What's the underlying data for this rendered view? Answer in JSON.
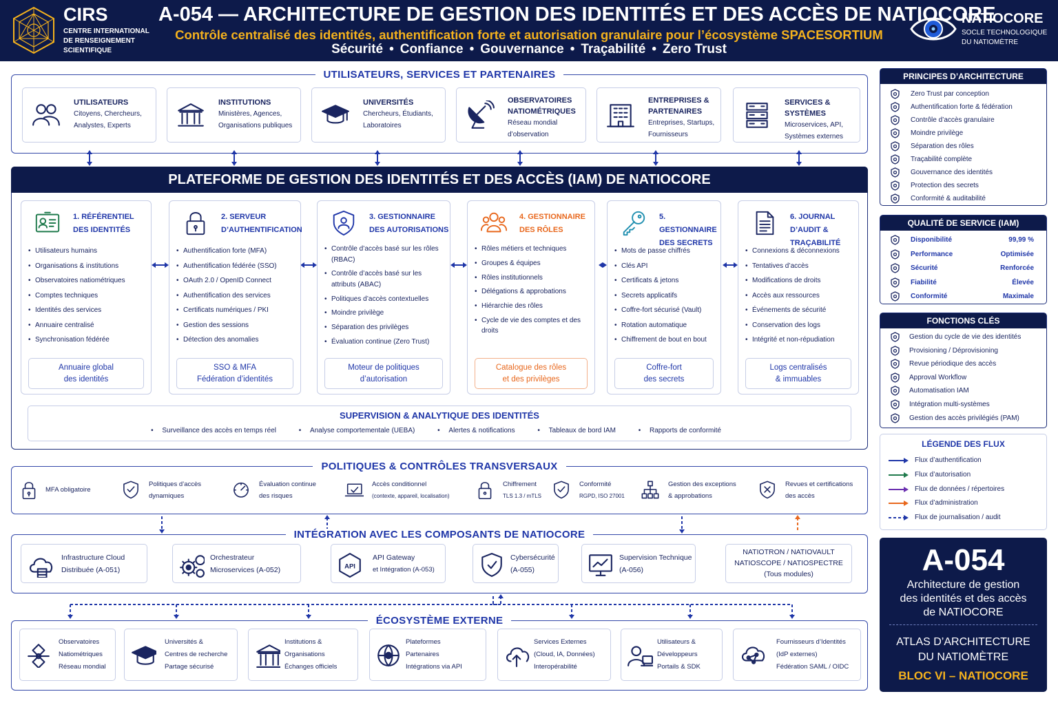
{
  "header": {
    "cirs_title": "CIRS",
    "cirs_sub": [
      "CENTRE INTERNATIONAL",
      "DE RENSEIGNEMENT",
      "SCIENTIFIQUE"
    ],
    "title": "A-054 — ARCHITECTURE DE GESTION DES IDENTITÉS ET DES ACCÈS DE NATIOCORE",
    "subtitle": "Contrôle centralisé des identités, authentification forte et autorisation granulaire pour l’écosystème SPACESORTIUM",
    "tags": [
      "Sécurité",
      "Confiance",
      "Gouvernance",
      "Traçabilité",
      "Zero Trust"
    ],
    "tag_sep": "•",
    "natiocore_title": "NATIOCORE",
    "natiocore_sub": [
      "SOCLE TECHNOLOGIQUE",
      "DU NATIOMÈTRE"
    ]
  },
  "users_section": {
    "title": "UTILISATEURS, SERVICES ET PARTENAIRES",
    "cards": [
      {
        "icon": "users-icon",
        "title": "UTILISATEURS",
        "lines": [
          "Citoyens, Chercheurs,",
          "Analystes, Experts"
        ]
      },
      {
        "icon": "institution-icon",
        "title": "INSTITUTIONS",
        "lines": [
          "Ministères, Agences,",
          "Organisations publiques"
        ]
      },
      {
        "icon": "graduation-cap-icon",
        "title": "UNIVERSITÉS",
        "lines": [
          "Chercheurs, Étudiants,",
          "Laboratoires"
        ]
      },
      {
        "icon": "satellite-dish-icon",
        "title": "OBSERVATOIRES NATIOMÉTRIQUES",
        "lines": [
          "Réseau mondial",
          "d’observation"
        ]
      },
      {
        "icon": "building-icon",
        "title": "ENTREPRISES & PARTENAIRES",
        "lines": [
          "Entreprises, Startups,",
          "Fournisseurs"
        ]
      },
      {
        "icon": "server-rack-icon",
        "title": "SERVICES & SYSTÈMES",
        "lines": [
          "Microservices, API,",
          "Systèmes externes"
        ]
      }
    ]
  },
  "iam": {
    "title": "PLATEFORME DE GESTION DES IDENTITÉS ET DES ACCÈS (IAM) DE NATIOCORE",
    "modules": [
      {
        "icon": "id-card-icon",
        "title": [
          "1. RÉFÉRENTIEL",
          "DES IDENTITÉS"
        ],
        "color": "#1f36a8",
        "items": [
          "Utilisateurs humains",
          "Organisations & institutions",
          "Observatoires natiométriques",
          "Comptes techniques",
          "Identités des services",
          "Annuaire centralisé",
          "Synchronisation fédérée"
        ],
        "box": [
          "Annuaire global",
          "des identités"
        ]
      },
      {
        "icon": "padlock-icon",
        "title": [
          "2. SERVEUR",
          "D’AUTHENTIFICATION"
        ],
        "color": "#1f36a8",
        "items": [
          "Authentification forte (MFA)",
          "Authentification fédérée (SSO)",
          "OAuth 2.0 / OpenID Connect",
          "Authentification des services",
          "Certificats numériques / PKI",
          "Gestion des sessions",
          "Détection des anomalies"
        ],
        "box": [
          "SSO & MFA",
          "Fédération d’identités"
        ]
      },
      {
        "icon": "shield-user-icon",
        "title": [
          "3. GESTIONNAIRE",
          "DES AUTORISATIONS"
        ],
        "color": "#1f36a8",
        "items": [
          "Contrôle d’accès basé sur les rôles (RBAC)",
          "Contrôle d’accès basé sur les attributs (ABAC)",
          "Politiques d’accès contextuelles",
          "Moindre privilège",
          "Séparation des privilèges",
          "Évaluation continue (Zero Trust)"
        ],
        "box": [
          "Moteur de politiques",
          "d’autorisation"
        ]
      },
      {
        "icon": "roles-group-icon",
        "title": [
          "4. GESTIONNAIRE",
          "DES RÔLES"
        ],
        "color": "#e8671c",
        "items": [
          "Rôles métiers et techniques",
          "Groupes & équipes",
          "Rôles institutionnels",
          "Délégations & approbations",
          "Hiérarchie des rôles",
          "Cycle de vie des comptes et des droits"
        ],
        "box": [
          "Catalogue des rôles",
          "et des privilèges"
        ]
      },
      {
        "icon": "key-icon",
        "title": [
          "5. GESTIONNAIRE",
          "DES SECRETS"
        ],
        "color": "#1f36a8",
        "items": [
          "Mots de passe chiffrés",
          "Clés API",
          "Certificats & jetons",
          "Secrets applicatifs",
          "Coffre-fort sécurisé (Vault)",
          "Rotation automatique",
          "Chiffrement de bout en bout"
        ],
        "box": [
          "Coffre-fort",
          "des secrets"
        ]
      },
      {
        "icon": "journal-icon",
        "title": [
          "6. JOURNAL",
          "D’AUDIT & TRAÇABILITÉ"
        ],
        "color": "#1f36a8",
        "items": [
          "Connexions & déconnexions",
          "Tentatives d’accès",
          "Modifications de droits",
          "Accès aux ressources",
          "Événements de sécurité",
          "Conservation des logs",
          "Intégrité et non-répudiation"
        ],
        "box": [
          "Logs centralisés",
          "& immuables"
        ]
      }
    ],
    "supervision": {
      "title": "SUPERVISION & ANALYTIQUE DES IDENTITÉS",
      "items": [
        "Surveillance des accès en temps réel",
        "Analyse comportementale (UEBA)",
        "Alertes & notifications",
        "Tableaux de bord IAM",
        "Rapports de conformité"
      ]
    }
  },
  "policies": {
    "title": "POLITIQUES & CONTRÔLES TRANSVERSAUX",
    "items": [
      {
        "icon": "mfa-lock-icon",
        "lines": [
          "MFA obligatoire"
        ],
        "small": ""
      },
      {
        "icon": "policy-shield-icon",
        "lines": [
          "Politiques d’accès",
          "dynamiques"
        ],
        "small": ""
      },
      {
        "icon": "risk-gauge-icon",
        "lines": [
          "Évaluation continue",
          "des risques"
        ],
        "small": ""
      },
      {
        "icon": "laptop-access-icon",
        "lines": [
          "Accès conditionnel"
        ],
        "small": "(contexte, appareil, localisation)"
      },
      {
        "icon": "encryption-lock-icon",
        "lines": [
          "Chiffrement"
        ],
        "small": "TLS 1.3 / mTLS"
      },
      {
        "icon": "compliance-shield-icon",
        "lines": [
          "Conformité"
        ],
        "small": "RGPD, ISO 27001"
      },
      {
        "icon": "hierarchy-icon",
        "lines": [
          "Gestion des exceptions",
          "& approbations"
        ],
        "small": ""
      },
      {
        "icon": "review-shield-icon",
        "lines": [
          "Revues et certifications",
          "des accès"
        ],
        "small": ""
      }
    ]
  },
  "integration": {
    "title": "INTÉGRATION AVEC LES COMPOSANTS DE NATIOCORE",
    "components": [
      {
        "icon": "cloud-icon",
        "lines": [
          "Infrastructure Cloud",
          "Distribuée (A-051)"
        ]
      },
      {
        "icon": "gears-icon",
        "lines": [
          "Orchestrateur",
          "Microservices (A-052)"
        ]
      },
      {
        "icon": "api-icon",
        "lines": [
          "API Gateway",
          "et Intégration (A-053)"
        ],
        "api_label": "API"
      },
      {
        "icon": "cyber-shield-icon",
        "lines": [
          "Cybersécurité",
          "(A-055)"
        ]
      },
      {
        "icon": "monitor-icon",
        "lines": [
          "Supervision Technique",
          "(A-056)"
        ]
      },
      {
        "icon": "",
        "lines": [
          "NATIOTRON / NATIOVAULT",
          "NATIOSCOPE / NATIOSPECTRE",
          "(Tous modules)"
        ]
      }
    ]
  },
  "external": {
    "title": "ÉCOSYSTÈME EXTERNE",
    "cards": [
      {
        "icon": "observatory-icon",
        "lines": [
          "Observatoires",
          "Natiométriques",
          "Réseau mondial"
        ]
      },
      {
        "icon": "graduation-cap-icon",
        "lines": [
          "Universités &",
          "Centres de recherche",
          "Partage sécurisé"
        ]
      },
      {
        "icon": "institution-icon",
        "lines": [
          "Institutions &",
          "Organisations",
          "Échanges officiels"
        ]
      },
      {
        "icon": "network-globe-icon",
        "lines": [
          "Plateformes",
          "Partenaires",
          "Intégrations via API"
        ]
      },
      {
        "icon": "cloud-upload-icon",
        "lines": [
          "Services Externes",
          "(Cloud, IA, Données)",
          "Interopérabilité"
        ]
      },
      {
        "icon": "developers-icon",
        "lines": [
          "Utilisateurs &",
          "Développeurs",
          "Portails & SDK"
        ]
      },
      {
        "icon": "identity-provider-icon",
        "lines": [
          "Fournisseurs d’Identités",
          "(IdP externes)",
          "Fédération SAML / OIDC"
        ]
      }
    ]
  },
  "principles": {
    "title": "PRINCIPES D’ARCHITECTURE",
    "items": [
      "Zero Trust par conception",
      "Authentification forte & fédération",
      "Contrôle d’accès granulaire",
      "Moindre privilège",
      "Séparation des rôles",
      "Traçabilité complète",
      "Gouvernance des identités",
      "Protection des secrets",
      "Conformité & auditabilité"
    ]
  },
  "qos": {
    "title": "QUALITÉ DE SERVICE (IAM)",
    "rows": [
      {
        "icon": "clock-icon",
        "label": "Disponibilité",
        "value": "99,99 %"
      },
      {
        "icon": "warning-icon",
        "label": "Performance",
        "value": "Optimisée"
      },
      {
        "icon": "shield-icon",
        "label": "Sécurité",
        "value": "Renforcée"
      },
      {
        "icon": "shield-check-icon",
        "label": "Fiabilité",
        "value": "Élevée"
      },
      {
        "icon": "home-shield-icon",
        "label": "Conformité",
        "value": "Maximale"
      }
    ]
  },
  "functions": {
    "title": "FONCTIONS CLÉS",
    "items": [
      "Gestion du cycle de vie des identités",
      "Provisioning / Déprovisioning",
      "Revue périodique des accès",
      "Approval Workflow",
      "Automatisation IAM",
      "Intégration multi-systèmes",
      "Gestion des accès privilégiés (PAM)"
    ]
  },
  "legend": {
    "title": "LÉGENDE DES FLUX",
    "items": [
      {
        "label": "Flux d’authentification",
        "color": "#1f36a8",
        "dashed": false
      },
      {
        "label": "Flux d’autorisation",
        "color": "#1f7a4c",
        "dashed": false
      },
      {
        "label": "Flux de données / répertoires",
        "color": "#6a2fb0",
        "dashed": false
      },
      {
        "label": "Flux d’administration",
        "color": "#e8671c",
        "dashed": false
      },
      {
        "label": "Flux de journalisation / audit",
        "color": "#1f36a8",
        "dashed": true
      }
    ]
  },
  "doc_box": {
    "code": "A-054",
    "desc": [
      "Architecture de gestion",
      "des identités et des accès",
      "de NATIOCORE"
    ],
    "atlas": [
      "ATLAS D’ARCHITECTURE",
      "DU NATIOMÈTRE"
    ],
    "bloc": "BLOC VI – NATIOCORE"
  },
  "colors": {
    "navy": "#0d1a4a",
    "blue": "#1f36a8",
    "orange": "#e8671c",
    "gold": "#f5b21d"
  }
}
